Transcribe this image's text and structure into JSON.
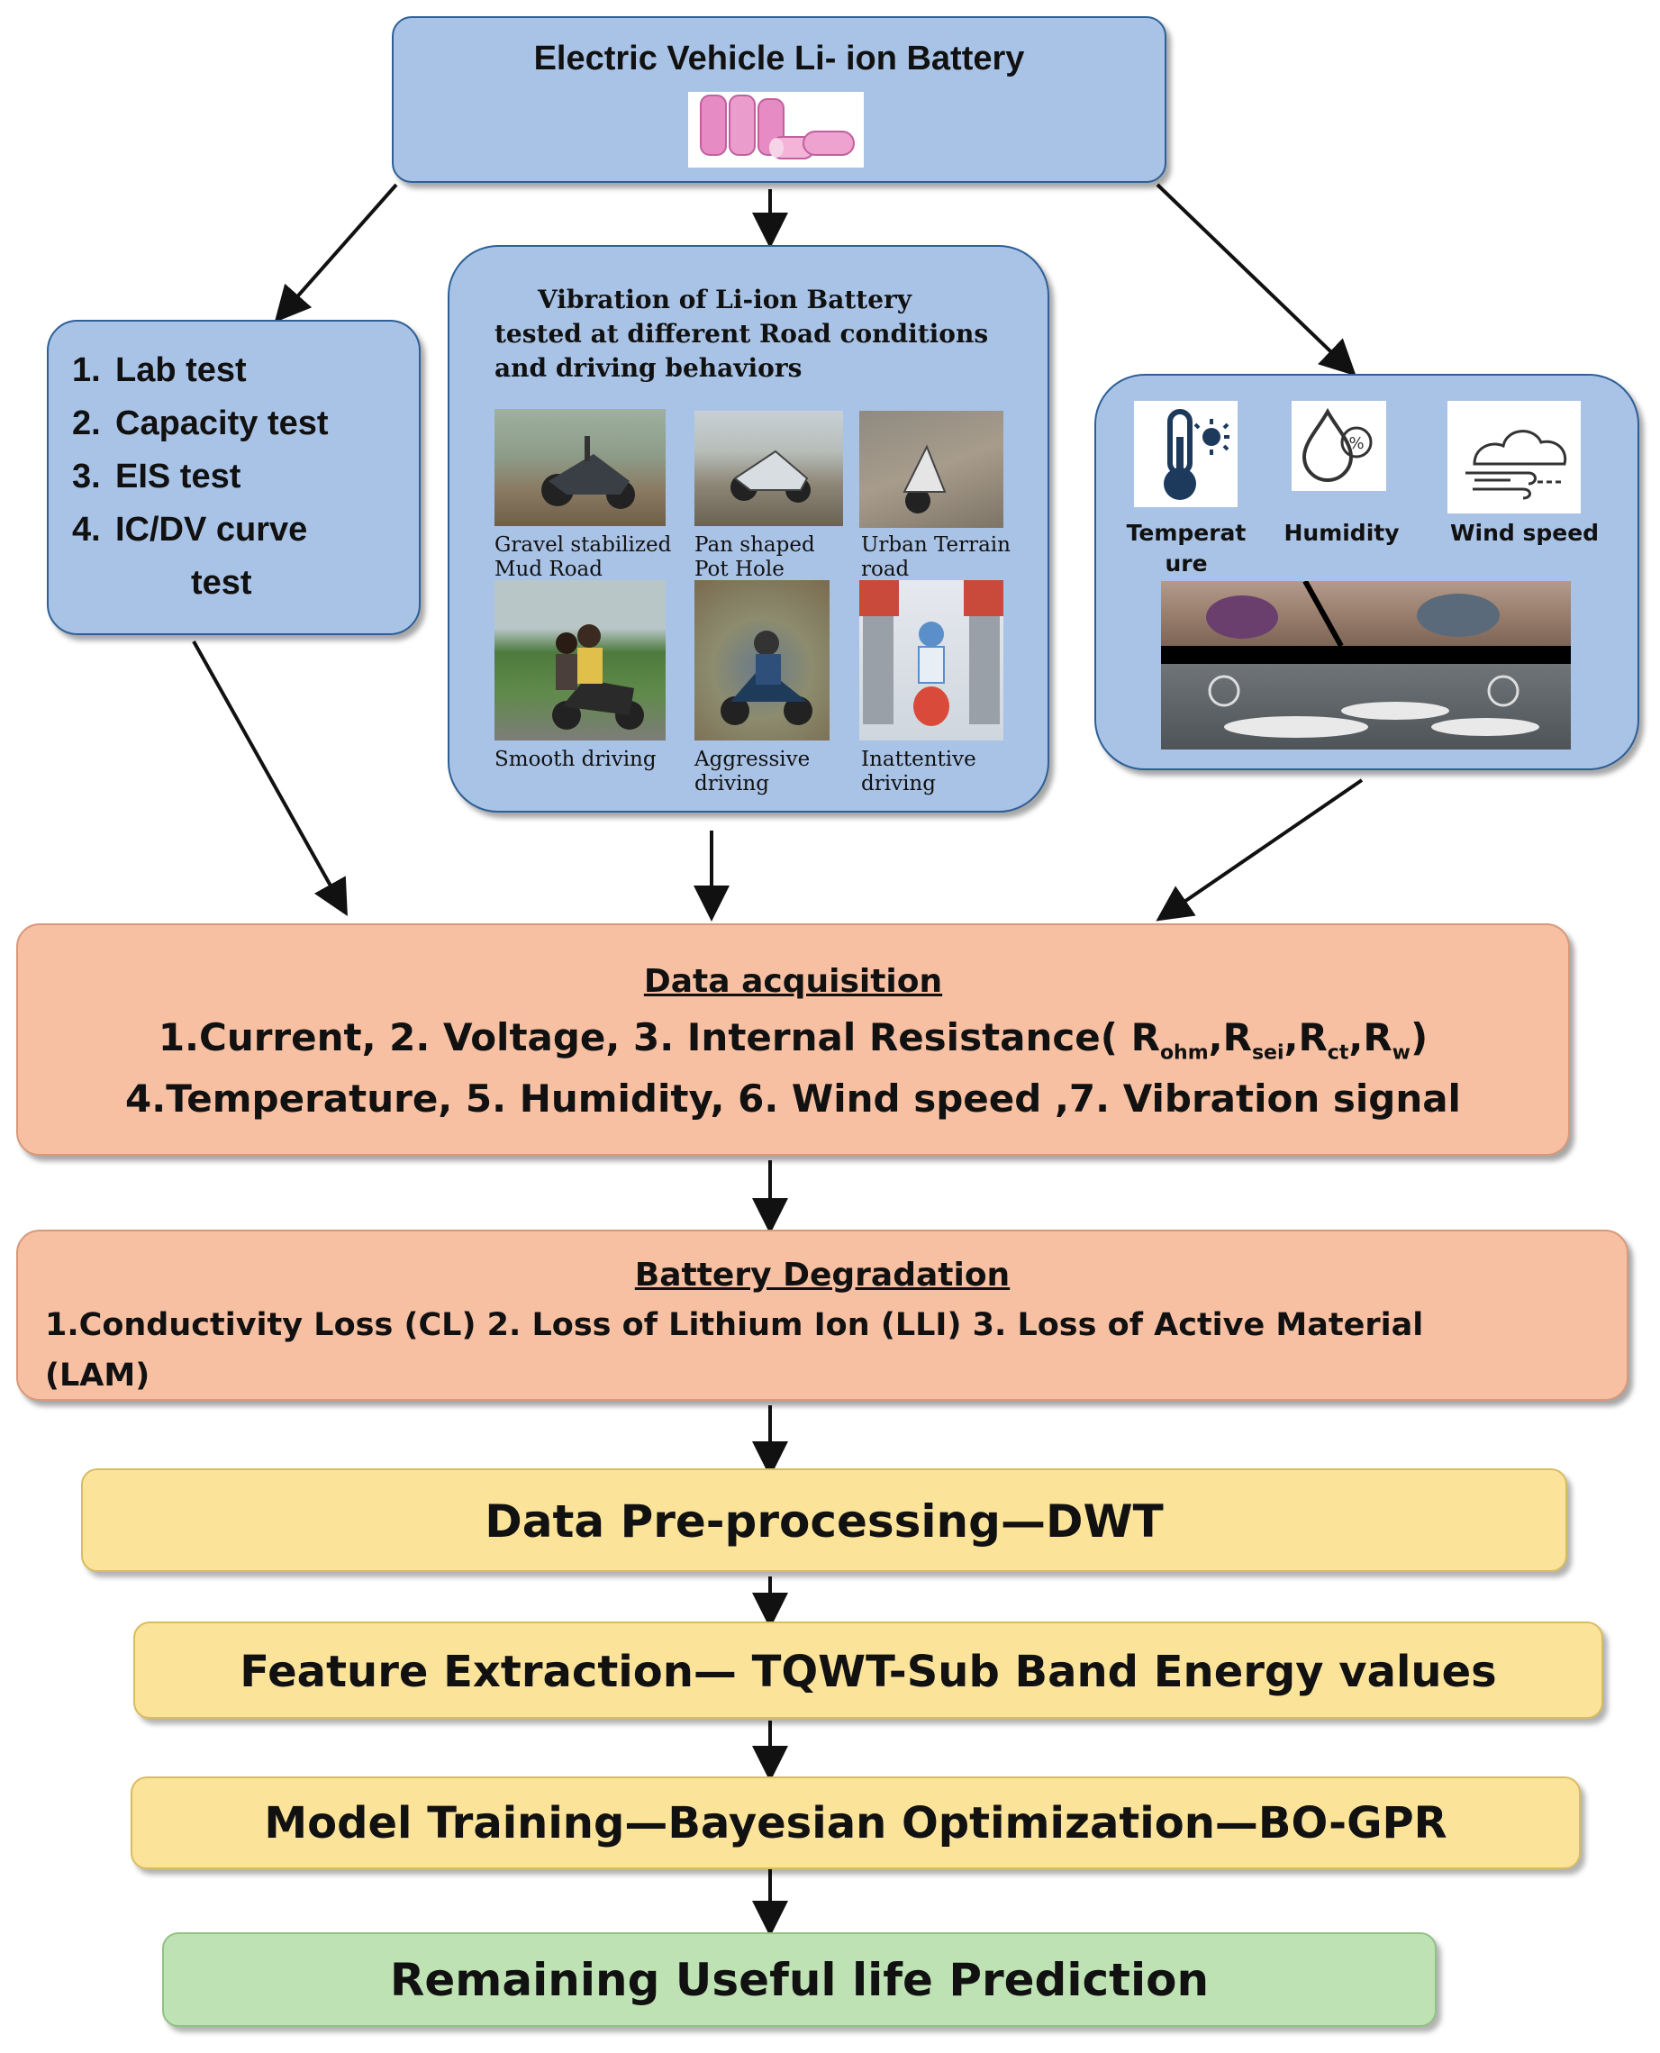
{
  "top": {
    "title": "Electric Vehicle  Li-  ion Battery",
    "battery_icon": "battery-cells-icon"
  },
  "lab_tests": {
    "items": [
      {
        "num": "1.",
        "label": "Lab test"
      },
      {
        "num": "2.",
        "label": "Capacity test"
      },
      {
        "num": "3.",
        "label": "EIS test"
      },
      {
        "num": "4.",
        "label": "IC/DV curve"
      },
      {
        "num": "",
        "label": "test"
      }
    ]
  },
  "vibration": {
    "title_line1": "Vibration of Li-ion Battery",
    "title_line2": "tested at different Road conditions",
    "title_line3": "and driving behaviors",
    "photos": [
      {
        "cap1": "Gravel stabilized",
        "cap2": "Mud Road"
      },
      {
        "cap1": "Pan shaped",
        "cap2": "Pot Hole"
      },
      {
        "cap1": "Urban Terrain",
        "cap2": "road"
      },
      {
        "cap1": "Smooth driving",
        "cap2": ""
      },
      {
        "cap1": "Aggressive",
        "cap2": "driving"
      },
      {
        "cap1": "Inattentive",
        "cap2": "driving"
      }
    ]
  },
  "env": {
    "temperature_line1": "Temperat",
    "temperature_line2": "ure",
    "humidity": "Humidity",
    "wind": "Wind speed",
    "icons": [
      "thermometer-icon",
      "humidity-icon",
      "wind-icon"
    ]
  },
  "acquisition": {
    "title": "Data acquisition",
    "line1_prefix": "1.Current, 2. Voltage, 3.  Internal Resistance( R",
    "r1": "ohm",
    "comma1": ",R",
    "r2": "sei",
    "comma2": ",R",
    "r3": "ct",
    "comma3": ",R",
    "r4": "w",
    "close": ")",
    "line2": "4.Temperature, 5. Humidity, 6. Wind speed ,7. Vibration signal"
  },
  "degradation": {
    "title": "Battery Degradation",
    "line1": "1.Conductivity Loss (CL) 2. Loss of Lithium Ion (LLI) 3. Loss of Active Material",
    "line2": "(LAM)"
  },
  "preprocessing": {
    "label": "Data Pre-processing—DWT"
  },
  "feature": {
    "label": "Feature Extraction— TQWT-Sub Band Energy values"
  },
  "training": {
    "label": "Model Training—Bayesian Optimization—BO-GPR"
  },
  "rul": {
    "label": "Remaining Useful life Prediction"
  }
}
